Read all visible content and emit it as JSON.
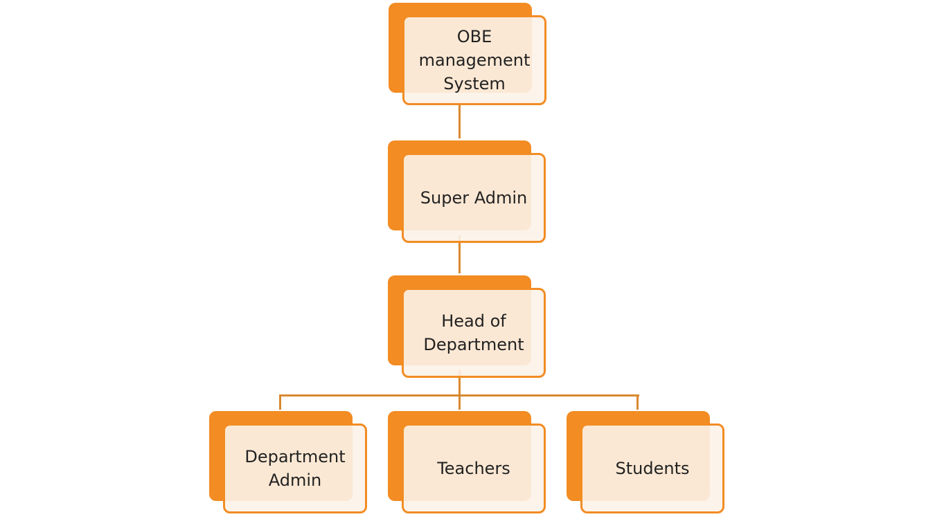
{
  "colors": {
    "accent": "#f28c23",
    "connector": "#d8892f",
    "box_fill": "#fcf2e8",
    "text": "#222222"
  },
  "nodes": {
    "root": {
      "label": "OBE\nmanagement\nSystem"
    },
    "super_admin": {
      "label": "Super Admin"
    },
    "head_of_department": {
      "label": "Head of\nDepartment"
    },
    "department_admin": {
      "label": "Department\nAdmin"
    },
    "teachers": {
      "label": "Teachers"
    },
    "students": {
      "label": "Students"
    }
  }
}
